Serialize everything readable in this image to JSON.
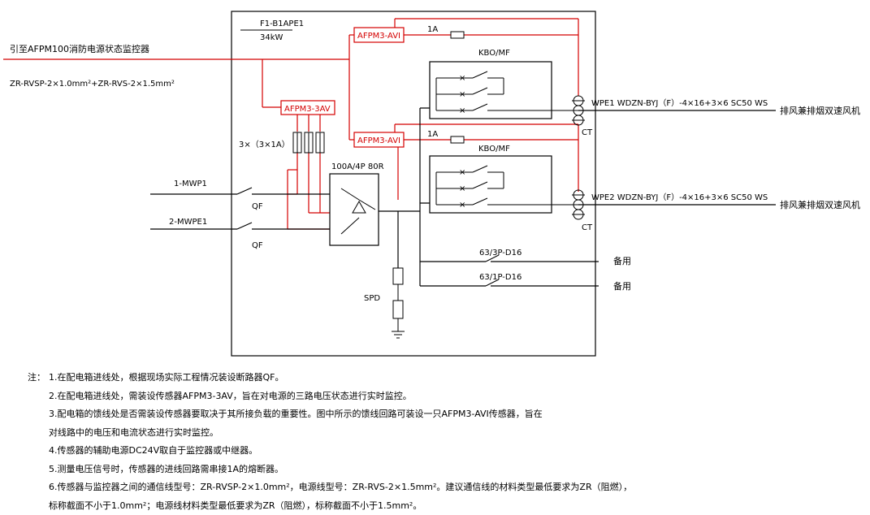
{
  "diagram": {
    "panel": {
      "name": "F1-B1APE1",
      "power": "34kW"
    },
    "monitor_link": "引至AFPM100消防电源状态监控器",
    "comm_cable": "ZR-RVSP-2×1.0mm²+ZR-RVS-2×1.5mm²",
    "sensors": {
      "incoming": "AFPM3-3AV",
      "feeder1": "AFPM3-AVI",
      "feeder2": "AFPM3-AVI"
    },
    "fuses": {
      "group": "3×（3×1A）",
      "feeder1": "1A",
      "feeder2": "1A"
    },
    "incoming": [
      {
        "id": "1-MWP1",
        "switch": "QF"
      },
      {
        "id": "2-MWPE1",
        "switch": "QF"
      }
    ],
    "ats": "100A/4P 80R",
    "spd": "SPD",
    "feeders": [
      {
        "starter": "KBO/MF",
        "ct": "CT",
        "cable": "WPE1 WDZN-BYJ（F）-4×16+3×6 SC50 WS",
        "load": "排风兼排烟双速风机"
      },
      {
        "starter": "KBO/MF",
        "ct": "CT",
        "cable": "WPE2 WDZN-BYJ（F）-4×16+3×6 SC50 WS",
        "load": "排风兼排烟双速风机"
      }
    ],
    "spares": [
      {
        "breaker": "63/3P-D16",
        "label": "备用"
      },
      {
        "breaker": "63/1P-D16",
        "label": "备用"
      }
    ],
    "colors": {
      "sensor_wiring": "#d40000",
      "power_wiring": "#000000"
    }
  },
  "notes": {
    "prefix": "注：",
    "items": [
      "1.在配电箱进线处，根据现场实际工程情况装设断路器QF。",
      "2.在配电箱进线处，需装设传感器AFPM3-3AV，旨在对电源的三路电压状态进行实时监控。",
      "3.配电箱的馈线处是否需装设传感器要取决于其所接负载的重要性。图中所示的馈线回路可装设一只AFPM3-AVI传感器，旨在",
      "对线路中的电压和电流状态进行实时监控。",
      "4.传感器的辅助电源DC24V取自于监控器或中继器。",
      "5.测量电压信号时，传感器的进线回路需串接1A的熔断器。",
      "6.传感器与监控器之间的通信线型号：ZR-RVSP-2×1.0mm²，电源线型号：ZR-RVS-2×1.5mm²。建议通信线的材料类型最低要求为ZR（阻燃），",
      "标称截面不小于1.0mm²；电源线材料类型最低要求为ZR（阻燃），标称截面不小于1.5mm²。"
    ]
  }
}
